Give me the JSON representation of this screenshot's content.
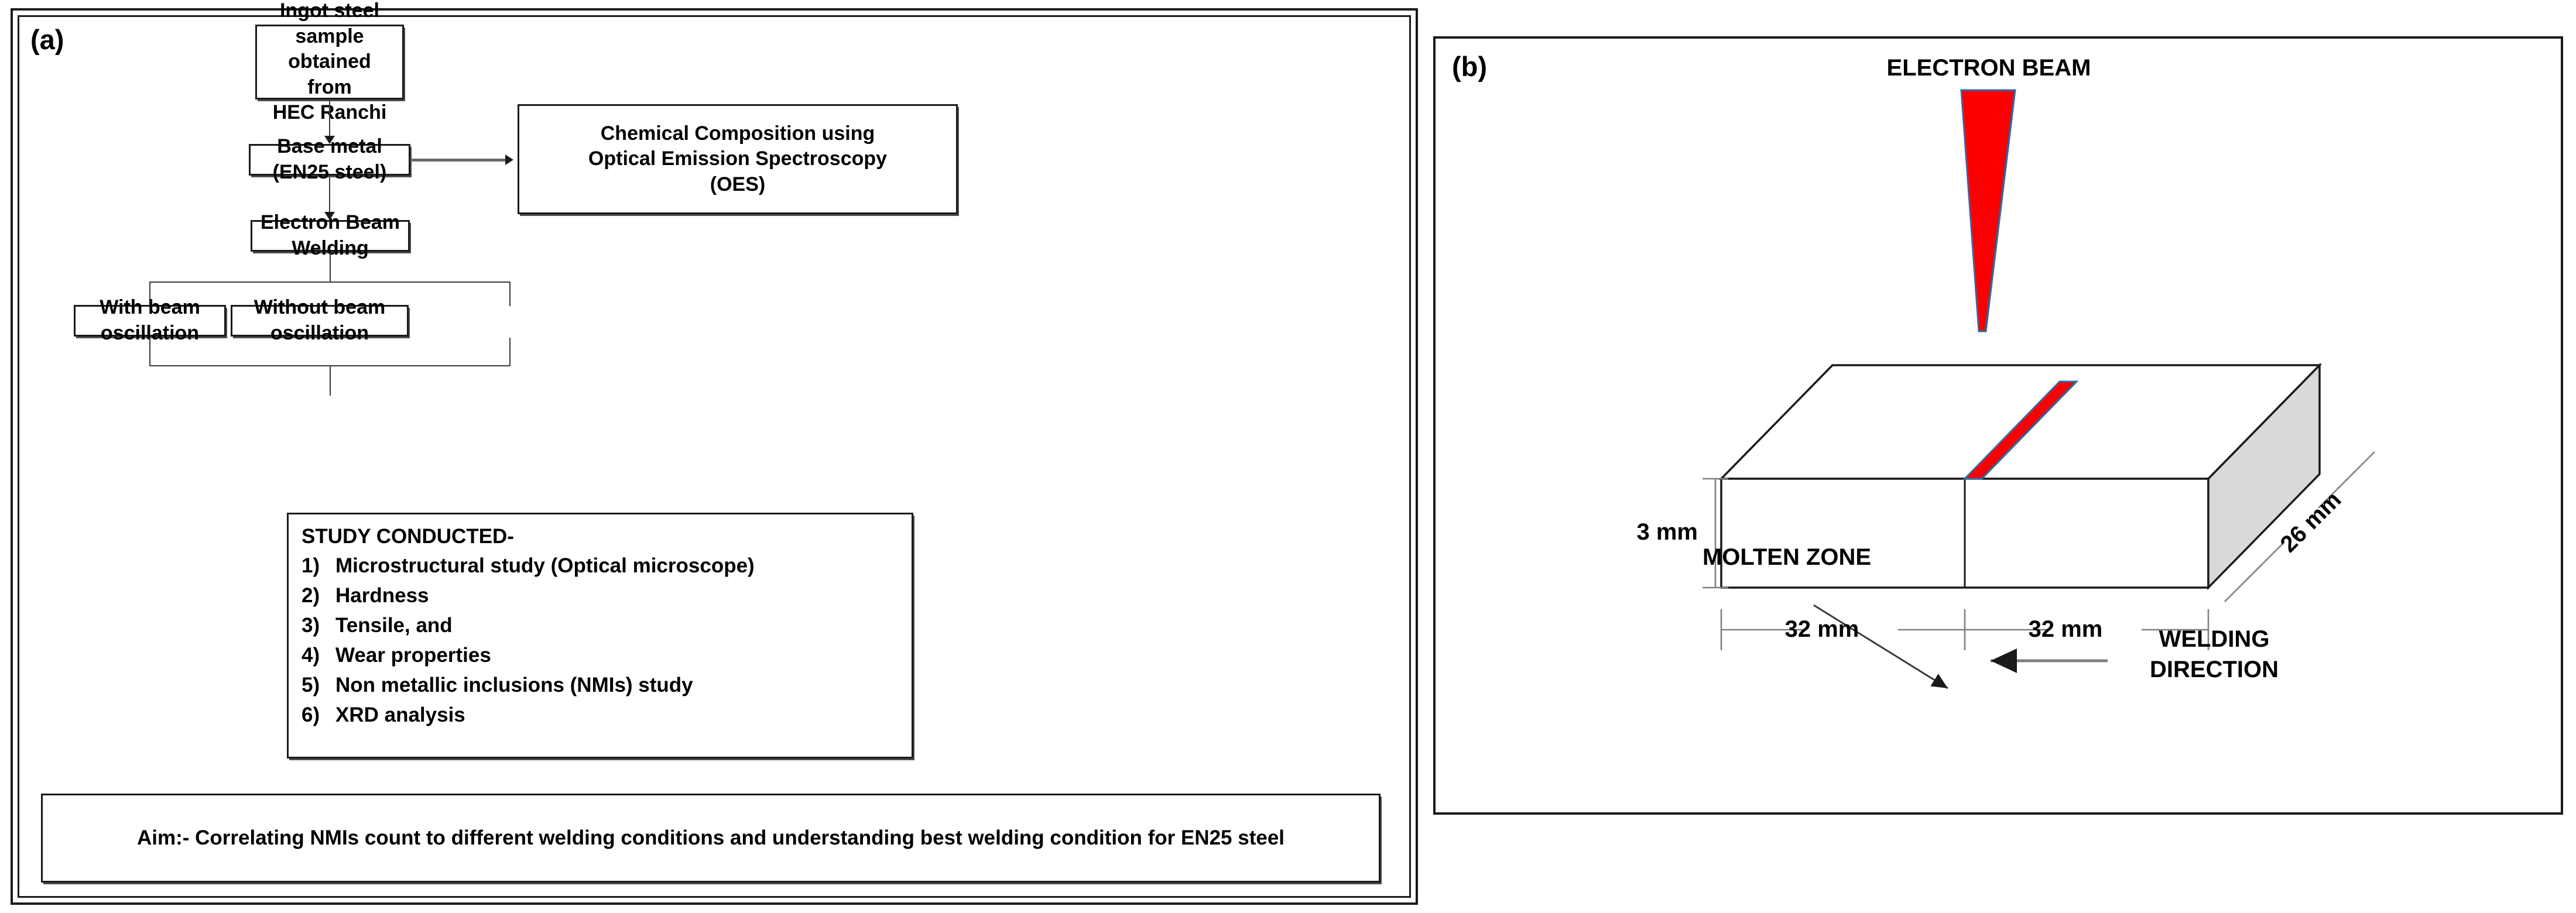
{
  "figure": {
    "panel_a": {
      "tag": "(a)",
      "nodes": {
        "ingot": "Ingot steel sample obtained from HEC Ranchi",
        "ingot_lines": [
          "Ingot steel sample",
          "obtained from",
          "HEC Ranchi"
        ],
        "base_metal": "Base metal (EN25 steel)",
        "oes": "Chemical Composition using Optical Emission Spectroscopy (OES)",
        "oes_lines": [
          "Chemical Composition using",
          "Optical Emission Spectroscopy",
          "(OES)"
        ],
        "ebw": "Electron Beam Welding",
        "with_osc": "With beam oscillation",
        "without_osc": "Without beam oscillation"
      },
      "study": {
        "title": "STUDY CONDUCTED-",
        "items": [
          {
            "num": "1)",
            "text": "Microstructural study (Optical microscope)"
          },
          {
            "num": "2)",
            "text": "Hardness"
          },
          {
            "num": "3)",
            "text": "Tensile, and"
          },
          {
            "num": "4)",
            "text": "Wear properties"
          },
          {
            "num": "5)",
            "text": "Non metallic inclusions (NMIs) study"
          },
          {
            "num": "6)",
            "text": "XRD analysis"
          }
        ]
      },
      "aim": "Aim:- Correlating NMIs count to different welding conditions and understanding best welding condition for EN25 steel"
    },
    "panel_b": {
      "tag": "(b)",
      "labels": {
        "electron_beam": "ELECTRON BEAM",
        "molten_zone": "MOLTEN ZONE",
        "welding_direction": "WELDING DIRECTION",
        "welding_direction_lines": [
          "WELDING",
          "DIRECTION"
        ]
      },
      "dimensions": {
        "thickness": "3 mm",
        "length_left": "32 mm",
        "length_right": "32 mm",
        "width": "26 mm"
      }
    },
    "colors": {
      "beam_fill": "#fa0000",
      "beam_stroke": "#2e6ca4",
      "plate_side": "#d9d9d9",
      "outline": "#1a1a1a",
      "dimension_line": "#808080"
    }
  }
}
